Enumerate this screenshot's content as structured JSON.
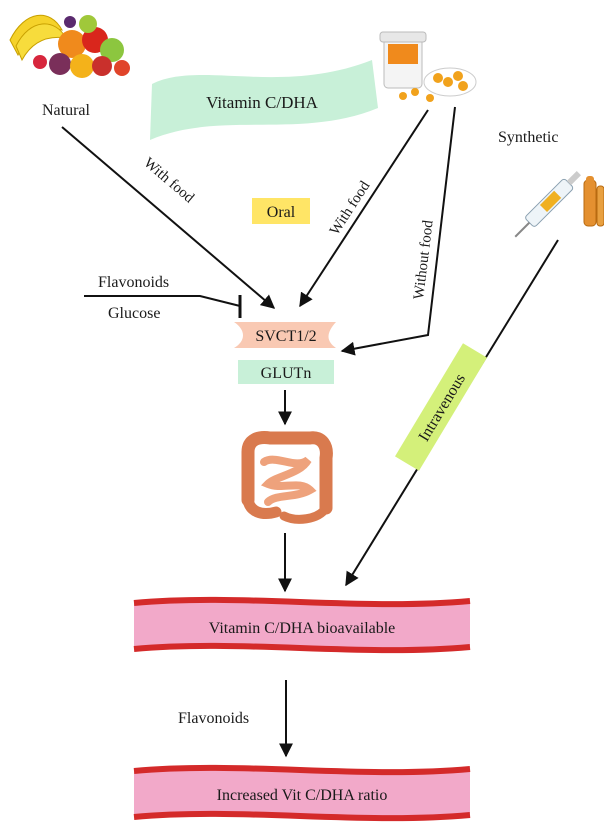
{
  "sources": {
    "natural": "Natural",
    "synthetic": "Synthetic",
    "vitamin_banner": "Vitamin C/DHA"
  },
  "routes": {
    "oral": "Oral",
    "with_food_natural": "With food",
    "with_food_supplement": "With food",
    "without_food": "Without food",
    "intravenous": "Intravenous"
  },
  "inhibitors": {
    "flavonoids": "Flavonoids",
    "glucose": "Glucose"
  },
  "transporters": {
    "svct": "SVCT1/2",
    "glut": "GLUTn"
  },
  "outcomes": {
    "bioavailable": "Vitamin C/DHA bioavailable",
    "flavonoids": "Flavonoids",
    "ratio": "Increased Vit C/DHA ratio"
  },
  "colors": {
    "banner": "#c8f0d8",
    "oral_box": "#ffe566",
    "svct_box": "#f9c9b3",
    "glut_box": "#c8f0d8",
    "intravenous_box": "#d4f07a",
    "vessel_fill": "#f2a9c9",
    "vessel_wall": "#d42a2a",
    "intestine": "#e8966a"
  },
  "icons": [
    "fruit-basket-icon",
    "pill-bottle-icon",
    "syringe-ampoule-icon",
    "intestine-icon"
  ]
}
